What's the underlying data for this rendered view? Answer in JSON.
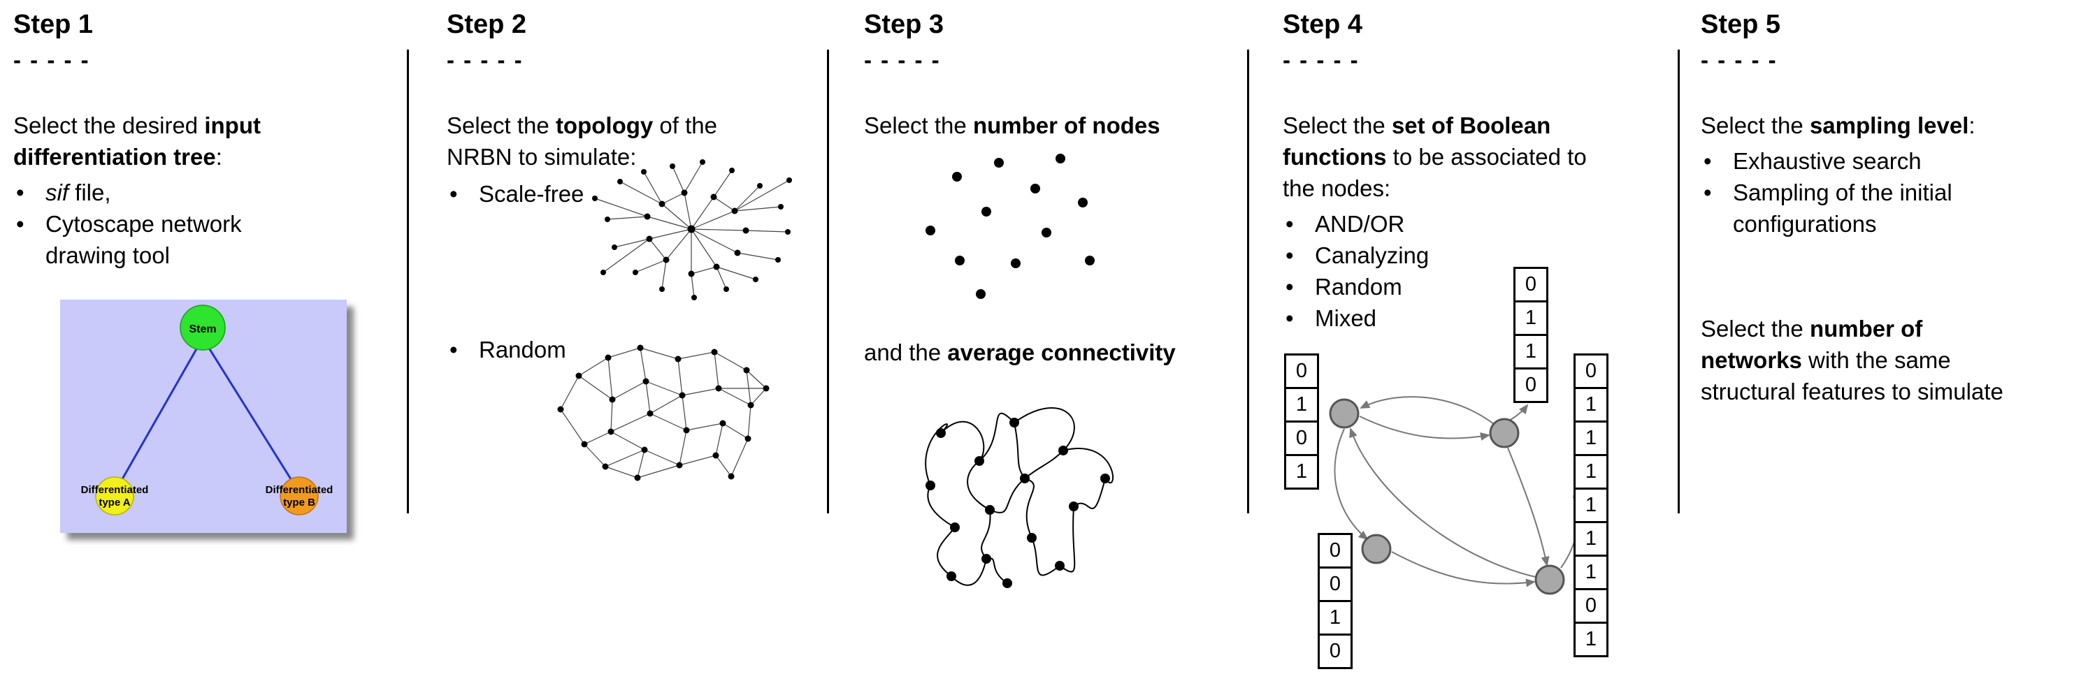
{
  "step1": {
    "title": "Step 1",
    "dashes": "- - - - -",
    "para": {
      "l1_pre": "Select the desired ",
      "l1_bold": "input",
      "l2_bold": "differentiation tree",
      "l2_post": ":"
    },
    "bullet1_italic": "sif",
    "bullet1_rest": " file,",
    "bullet2_l1": "Cytoscape network",
    "bullet2_l2": "drawing tool",
    "tree": {
      "root_label": "Stem",
      "left_l1": "Differentiated",
      "left_l2": "type A",
      "right_l1": "Differentiated",
      "right_l2": "type B",
      "bg_color": "#c9c9fa",
      "root_color": "#2ee42e",
      "left_color": "#f2ef1e",
      "right_color": "#f09a20",
      "edge_color": "#2233cc"
    }
  },
  "step2": {
    "title": "Step 2",
    "dashes": "- - - - -",
    "para": {
      "l1_pre": "Select the ",
      "l1_bold": "topology",
      "l1_post": " of the",
      "l2": "NRBN to simulate:"
    },
    "bullet1": "Scale-free",
    "bullet2": "Random"
  },
  "step3": {
    "title": "Step 3",
    "dashes": "- - - - -",
    "p1_pre": "Select the ",
    "p1_bold": "number of nodes",
    "p2_pre": "and the ",
    "p2_bold": "average connectivity"
  },
  "step4": {
    "title": "Step 4",
    "dashes": "- - - - -",
    "para": {
      "l1_pre": "Select the ",
      "l1_bold": "set of Boolean",
      "l2_bold": "functions",
      "l2_post": " to be associated to",
      "l3": "the nodes:"
    },
    "bullets": [
      "AND/OR",
      "Canalyzing",
      "Random",
      "Mixed"
    ],
    "truth_tables": {
      "top": [
        "0",
        "1",
        "1",
        "0"
      ],
      "left": [
        "0",
        "1",
        "0",
        "1"
      ],
      "bottom_left": [
        "0",
        "0",
        "1",
        "0"
      ],
      "right": [
        "0",
        "1",
        "1",
        "1",
        "1",
        "1",
        "1",
        "0",
        "1"
      ]
    },
    "node_color": "#a8a8a8"
  },
  "step5": {
    "title": "Step 5",
    "dashes": "- - - - -",
    "p1_pre": "Select the ",
    "p1_bold": "sampling level",
    "p1_post": ":",
    "bullet1": "Exhaustive search",
    "bullet2_l1": "Sampling of the initial",
    "bullet2_l2": "configurations",
    "p2": {
      "l1_pre": "Select the ",
      "l1_bold": "number of",
      "l2_bold": "networks",
      "l2_post": " with the same",
      "l3": "structural features to simulate"
    }
  }
}
